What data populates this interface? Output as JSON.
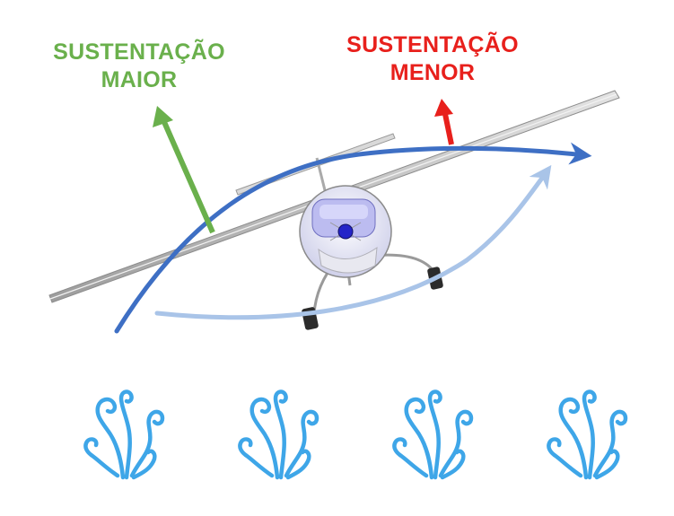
{
  "labels": {
    "left": {
      "line1": "SUSTENTAÇÃO",
      "line2": "MAIOR",
      "color": "#6ab04c"
    },
    "right": {
      "line1": "SUSTENTAÇÃO",
      "line2": "MENOR",
      "color": "#e8201c"
    }
  },
  "colors": {
    "wing": "#c6c6c6",
    "flow_main": "#3e6fc4",
    "flow_light": "#a9c4e8",
    "wind_icon": "#3ea6e8",
    "cockpit": "#3a3ad0"
  },
  "icons": [
    "wind-gust-icon",
    "wind-gust-icon",
    "wind-gust-icon",
    "wind-gust-icon"
  ]
}
